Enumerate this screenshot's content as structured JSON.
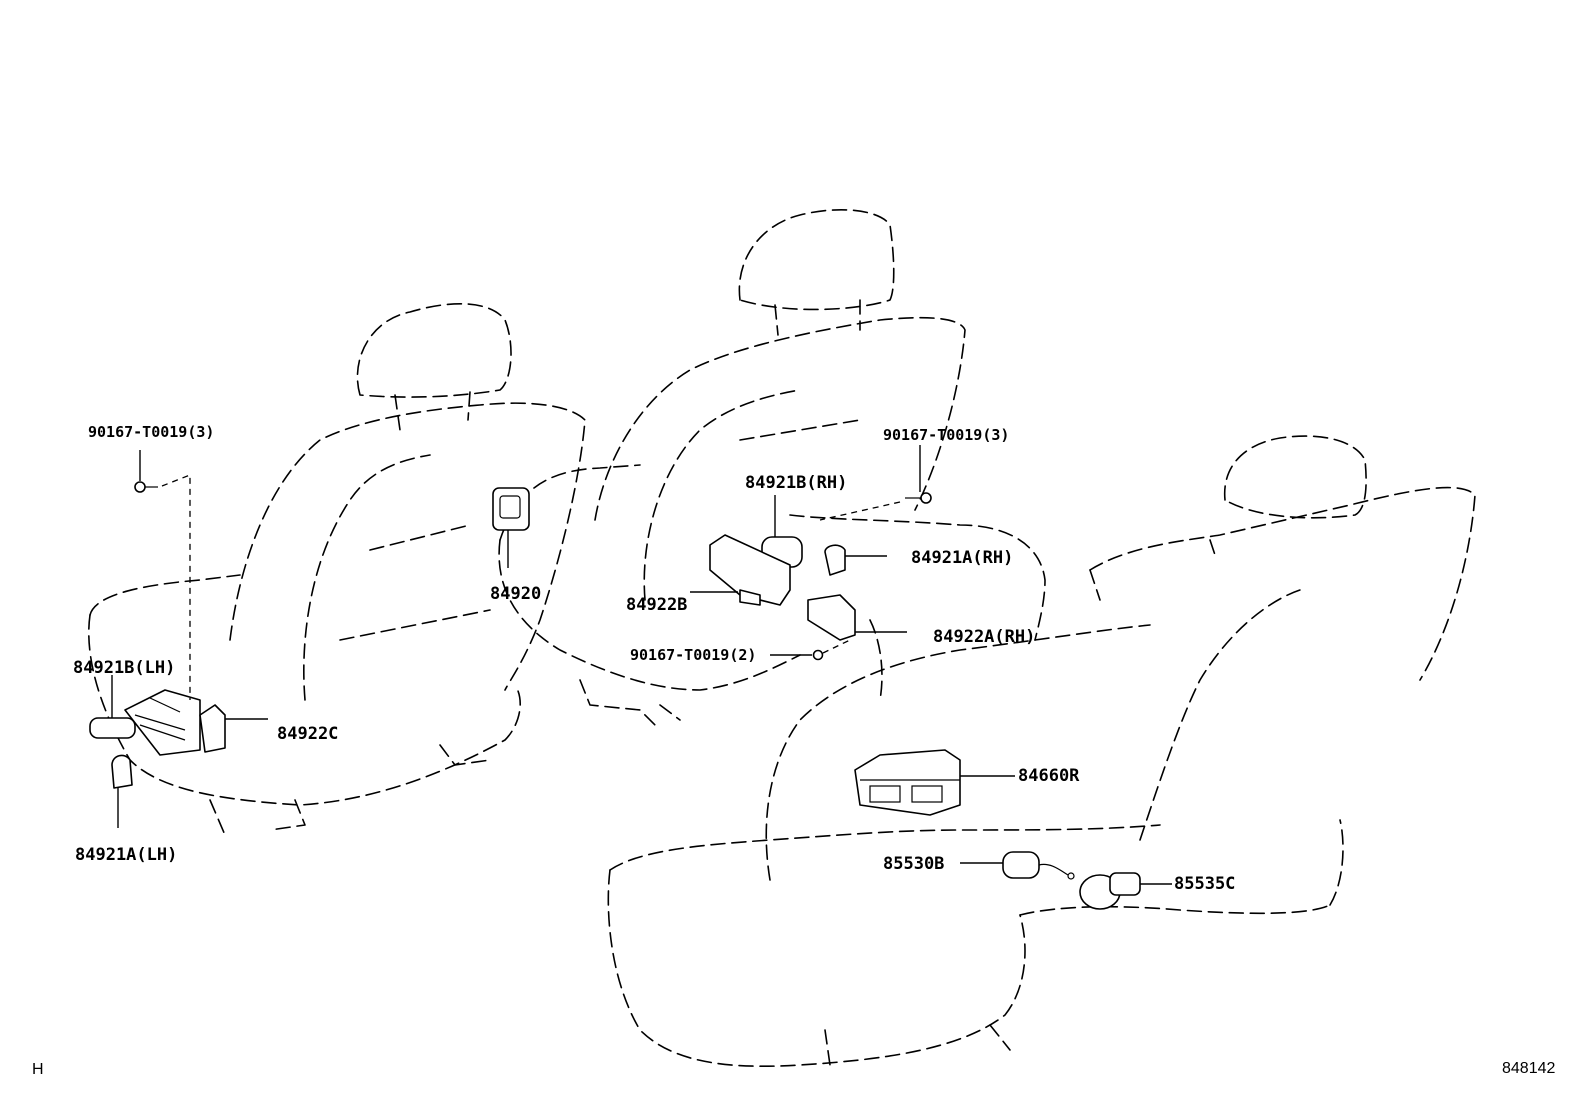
{
  "labels": {
    "bolt_lh": "90167-T0019(3)",
    "bolt_rh_top": "90167-T0019(3)",
    "bolt_rh_bottom": "90167-T0019(2)",
    "p84921b_rh": "84921B(RH)",
    "p84921a_rh": "84921A(RH)",
    "p84922b": "84922B",
    "p84922a_rh": "84922A(RH)",
    "p84920": "84920",
    "p84921b_lh": "84921B(LH)",
    "p84922c": "84922C",
    "p84921a_lh": "84921A(LH)",
    "p84660r": "84660R",
    "p85530b": "85530B",
    "p85535c": "85535C"
  },
  "corner": {
    "left": "H",
    "right": "848142"
  }
}
